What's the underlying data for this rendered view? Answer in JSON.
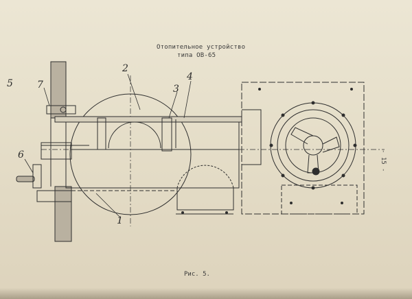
{
  "title": {
    "line1": "Отопительное устройство",
    "line2": "типа ОВ-65"
  },
  "caption": "Рис. 5.",
  "page_number": "- 15 -",
  "callouts": {
    "c1": "1",
    "c2": "2",
    "c3": "3",
    "c4": "4",
    "c5": "5",
    "c6": "6",
    "c7": "7"
  },
  "colors": {
    "paper": "#e6dfca",
    "ink": "#2e2e2e"
  }
}
